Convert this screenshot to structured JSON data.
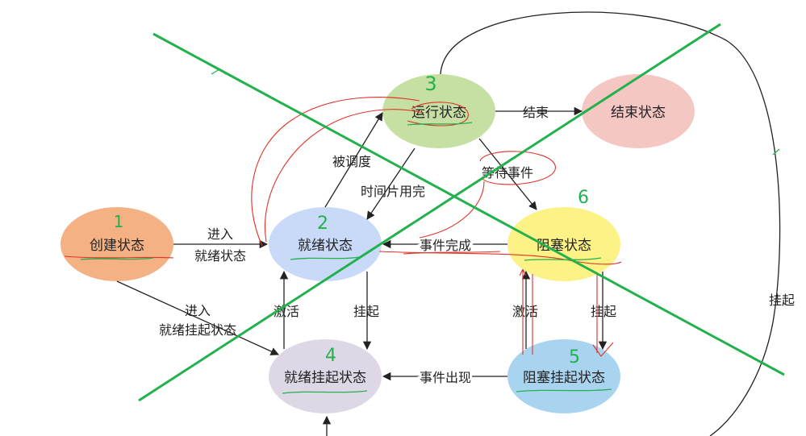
{
  "nodes": {
    "create": {
      "label": "创建状态",
      "color": "#f4b183"
    },
    "ready": {
      "label": "就绪状态",
      "color": "#c9daf8"
    },
    "running": {
      "label": "运行状态",
      "color": "#c6e0a4"
    },
    "end": {
      "label": "结束状态",
      "color": "#f4c7c3"
    },
    "blocked": {
      "label": "阻塞状态",
      "color": "#fdf285"
    },
    "ready_suspended": {
      "label": "就绪挂起状态",
      "color": "#ded8e6"
    },
    "blocked_suspended": {
      "label": "阻塞挂起状态",
      "color": "#a9d4f0"
    }
  },
  "edges": {
    "create_to_ready_1": "进入",
    "create_to_ready_2": "就绪状态",
    "create_to_rs_1": "进入",
    "create_to_rs_2": "就绪挂起状态",
    "dispatched": "被调度",
    "timeslice": "时间片用完",
    "finish": "结束",
    "wait_event": "等待事件",
    "event_done": "事件完成",
    "activate_left": "激活",
    "suspend_left": "挂起",
    "activate_right": "激活",
    "suspend_right": "挂起",
    "event_occurs": "事件出现",
    "suspend_far": "挂起"
  },
  "annotations": {
    "n1": "1",
    "n2": "2",
    "n3": "3",
    "n4": "4",
    "n5": "5",
    "n6": "6",
    "cross_color": "#22b14c",
    "scribble_color": "#e0322a"
  }
}
